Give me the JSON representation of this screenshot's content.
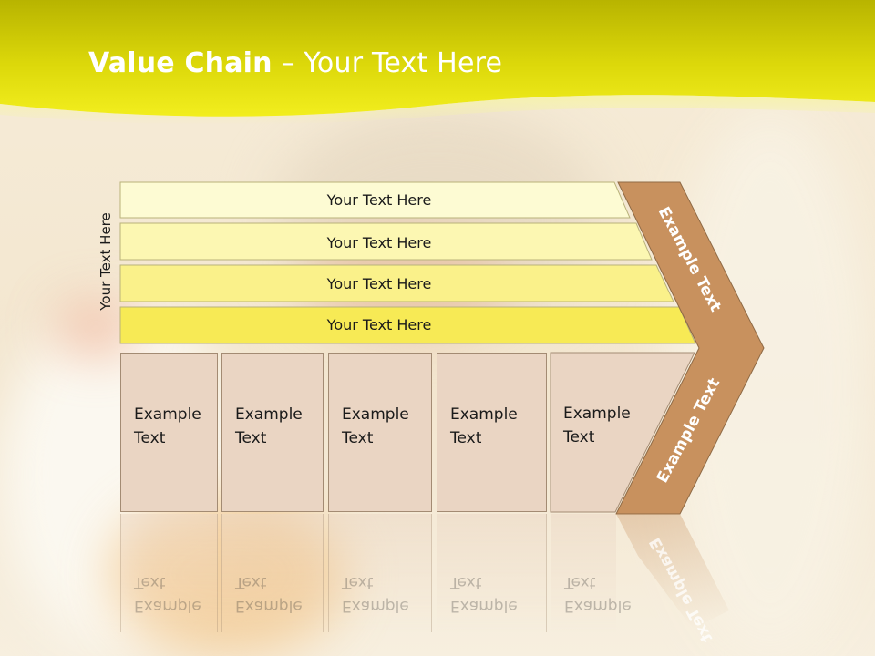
{
  "title": {
    "bold": "Value Chain",
    "rest": " – Your Text Here"
  },
  "side_label": "Your Text Here",
  "bars": [
    {
      "label": "Your Text Here",
      "color": "#fdfbd3"
    },
    {
      "label": "Your Text Here",
      "color": "#fcf7b2"
    },
    {
      "label": "Your Text Here",
      "color": "#faf18a"
    },
    {
      "label": "Your Text Here",
      "color": "#f7ea55"
    }
  ],
  "boxes": [
    {
      "line1": "Example",
      "line2": "Text"
    },
    {
      "line1": "Example",
      "line2": "Text"
    },
    {
      "line1": "Example",
      "line2": "Text"
    },
    {
      "line1": "Example",
      "line2": "Text"
    },
    {
      "line1": "Example",
      "line2": "Text"
    }
  ],
  "chevron": {
    "upper": "Example Text",
    "lower": "Example Text",
    "color": "#c8915e"
  },
  "colors": {
    "header_yellow": "#e8e40a",
    "box_fill": "#ead5c3"
  }
}
